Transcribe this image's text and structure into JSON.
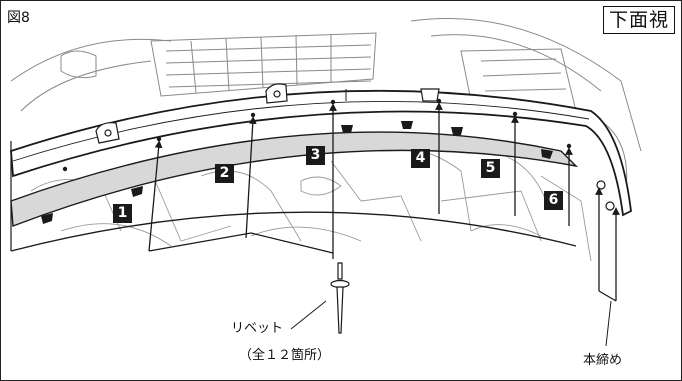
{
  "figure_label": "図8",
  "view_label": "下面視",
  "callouts": [
    "1",
    "2",
    "3",
    "4",
    "5",
    "6"
  ],
  "rivet_label": "リベット",
  "rivet_count": "（全１２箇所）",
  "fastener_label": "本締め",
  "colors": {
    "ink": "#1a1a1a",
    "strip": "#d8d8d8",
    "light_line": "#9a9a9a"
  }
}
